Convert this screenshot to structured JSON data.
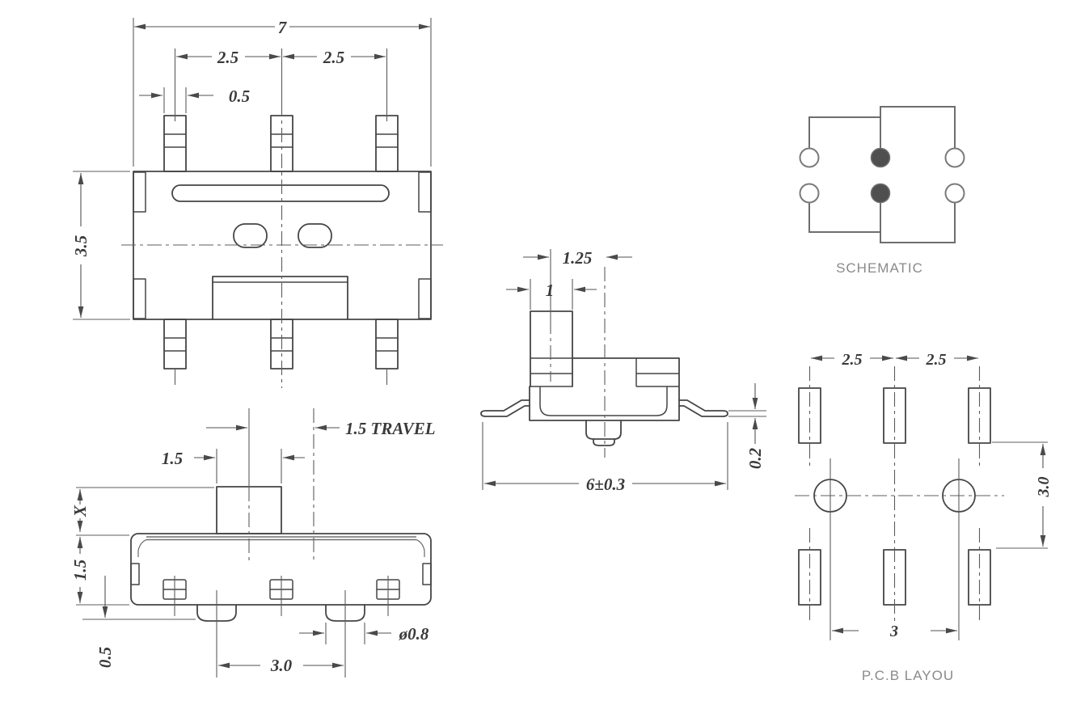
{
  "colors": {
    "background": "#ffffff",
    "outline": "#454545",
    "dimension_lines": "#525252",
    "dimension_text": "#3a3a3a",
    "view_labels": "#8a8a8a",
    "schematic_wire": "#6e6e6e",
    "filled_contact": "#4f4f4f"
  },
  "top_view": {
    "dim_overall_width": "7",
    "dim_pin_pitch_left": "2.5",
    "dim_pin_pitch_right": "2.5",
    "dim_pin_width": "0.5",
    "dim_body_depth": "3.5"
  },
  "front_view": {
    "dim_travel": "1.5  TRAVEL",
    "dim_knob_width": "1.5",
    "dim_knob_height": "X",
    "dim_body_height": "1.5",
    "dim_post_height": "0.5",
    "dim_post_pitch": "3.0",
    "dim_post_diameter": "ø0.8"
  },
  "side_view": {
    "dim_knob_offset": "1.25",
    "dim_knob_thickness": "1",
    "dim_overall_length": "6±0.3",
    "dim_lead_thickness": "0.2"
  },
  "schematic": {
    "label": "SCHEMATIC"
  },
  "pcb_layout": {
    "dim_pad_pitch_left": "2.5",
    "dim_pad_pitch_right": "2.5",
    "dim_row_spacing": "3.0",
    "dim_hole_pitch": "3",
    "label": "P.C.B LAYOU"
  }
}
